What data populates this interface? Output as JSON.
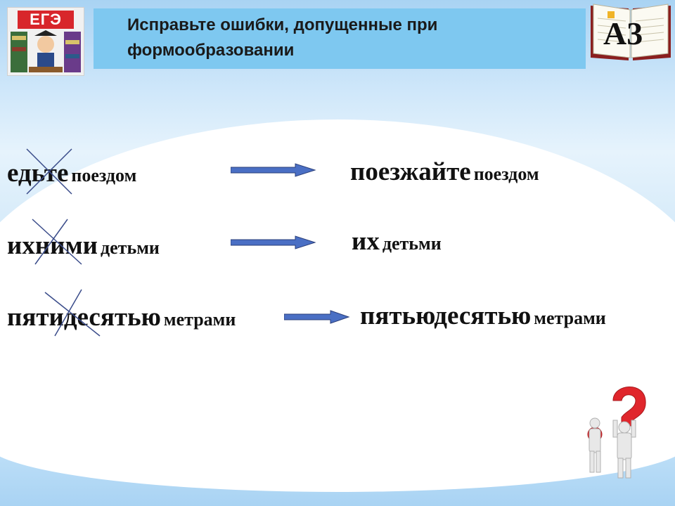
{
  "header": {
    "title": "Исправьте ошибки, допущенные при формообразовании",
    "logo_text": "ЕГЭ",
    "badge": "А3"
  },
  "rows": [
    {
      "wrong_word": "едьте",
      "wrong_tail": "поездом",
      "right_word": "поезжайте",
      "right_tail": "поездом"
    },
    {
      "wrong_word": "ихними",
      "wrong_tail": "детьми",
      "right_word": "их",
      "right_tail": "детьми"
    },
    {
      "wrong_word": "пятидесятью",
      "wrong_tail": "метрами",
      "right_word": "пятьюдесятью",
      "right_tail": "метрами"
    }
  ],
  "colors": {
    "title_bg": "#7ec8f0",
    "arrow": "#4a6fc4",
    "cross": "#3a4c8a",
    "question_mark": "#e0262c",
    "logo_red": "#d8262b"
  },
  "icons": [
    "ege-logo-icon",
    "book-icon",
    "arrow-right-icon",
    "cross-out-icon",
    "question-mark-figures-icon"
  ]
}
